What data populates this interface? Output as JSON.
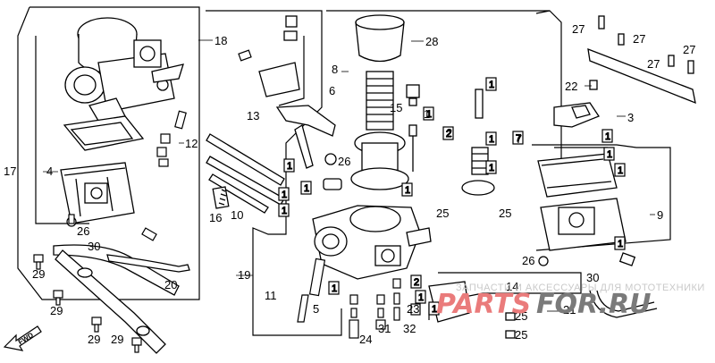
{
  "callouts": {
    "c1": "1",
    "c2": "2",
    "c3": "3",
    "c4": "4",
    "c5": "5",
    "c6": "6",
    "c7": "7",
    "c8": "8",
    "c9": "9",
    "c10": "10",
    "c11": "11",
    "c12": "12",
    "c13": "13",
    "c14": "14",
    "c15": "15",
    "c16": "16",
    "c17": "17",
    "c18": "18",
    "c19": "19",
    "c20": "20",
    "c21": "21",
    "c22": "22",
    "c23": "23",
    "c24": "24",
    "c25": "25",
    "c26": "26",
    "c27": "27",
    "c28": "28",
    "c29": "29",
    "c30": "30",
    "c31": "31",
    "c32": "32"
  },
  "fwd_label": "FWD",
  "watermark": {
    "line1": "ЗАПЧАСТИ И АКСЕССУАРЫ ДЛЯ МОТОТЕХНИКИ",
    "logo_a": "PARTS",
    "logo_b": "FOR.RU"
  },
  "colors": {
    "ink": "#000000",
    "paper": "#ffffff",
    "watermark_red": "#ea7b7b",
    "watermark_gray": "#7a7a7a"
  }
}
